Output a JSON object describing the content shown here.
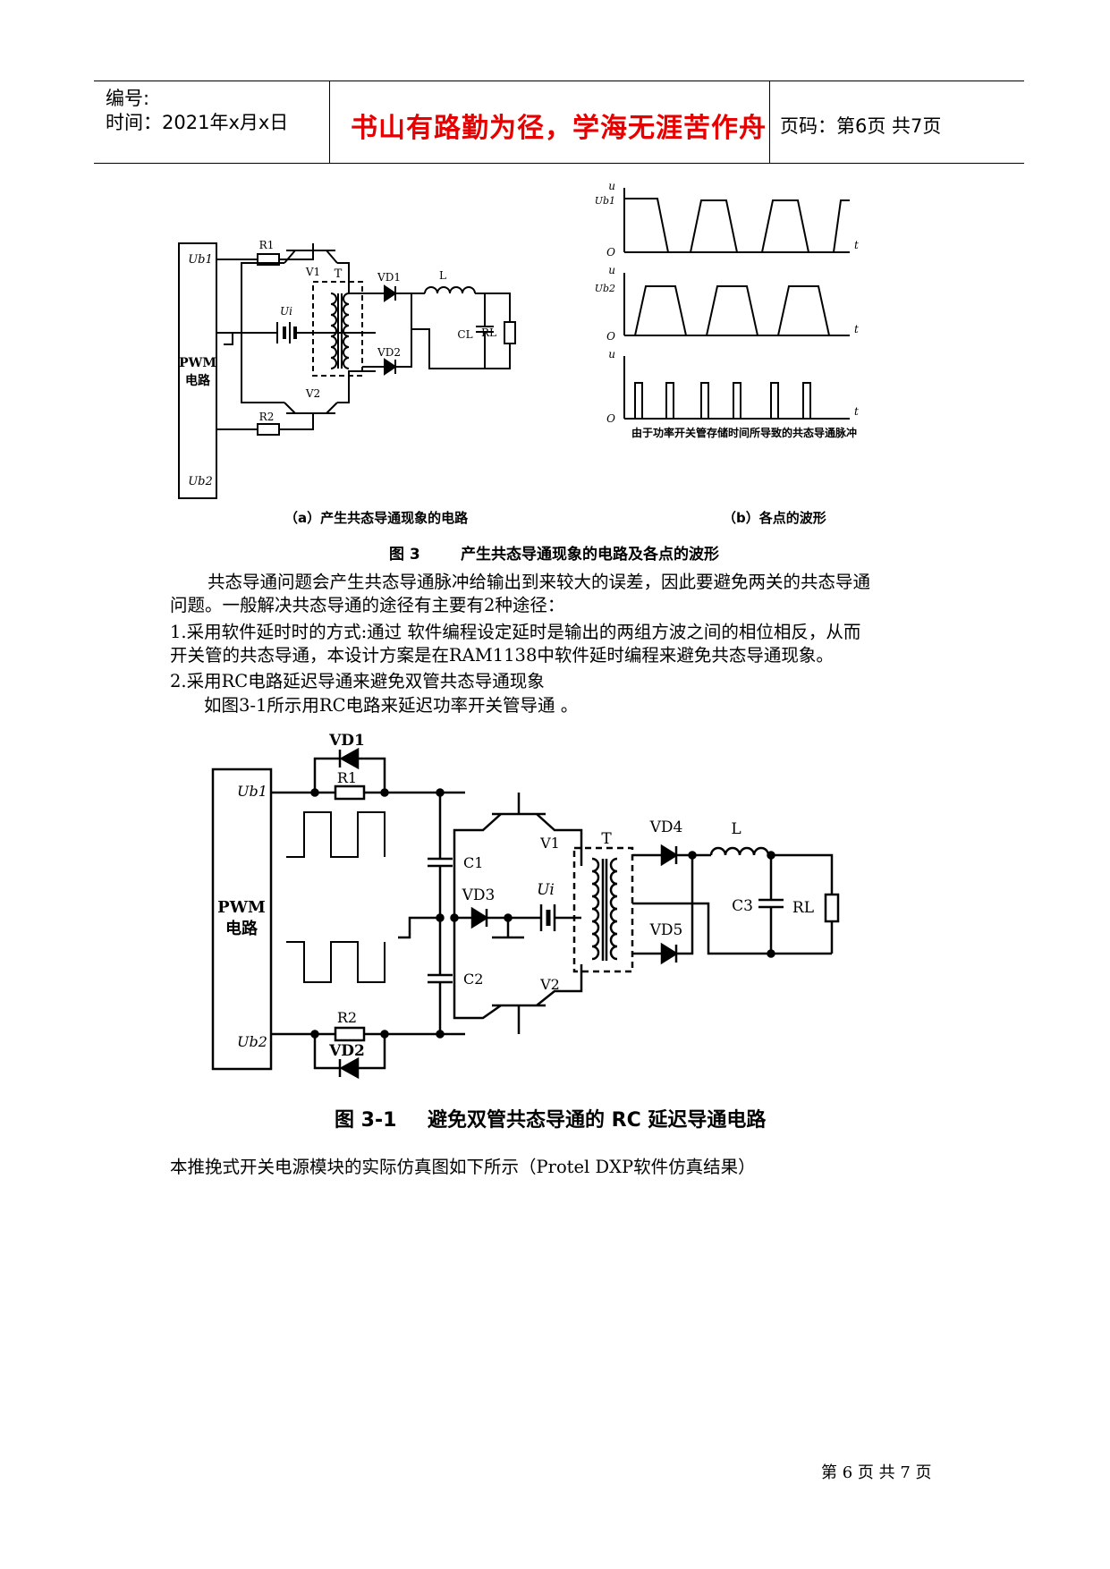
{
  "header": {
    "number_label": "编号:",
    "time_label": "时间：2021年x月x日",
    "motto": "书山有路勤为径，学海无涯苦作舟",
    "page_label": "页码：第6页 共7页"
  },
  "figure3": {
    "labels": {
      "ub1": "Ub1",
      "ub2": "Ub2",
      "r1": "R1",
      "r2": "R2",
      "v1": "V1",
      "v2": "V2",
      "pwm": "PWM",
      "pwm2": "电路",
      "ui": "Ui",
      "t": "T",
      "vd1": "VD1",
      "vd2": "VD2",
      "l": "L",
      "cl": "CL",
      "rl": "RL"
    },
    "wave_labels": {
      "u": "u",
      "o": "O",
      "t": "t",
      "ub1": "Ub1",
      "ub2": "Ub2",
      "pulse_note": "由于功率开关管存储时间所导致的共态导通脉冲"
    },
    "sub_a": "（a）产生共态导通现象的电路",
    "sub_b": "（b）各点的波形",
    "caption_num": "图 3",
    "caption_text": "产生共态导通现象的电路及各点的波形"
  },
  "paragraphs": [
    "共态导通问题会产生共态导通脉冲给输出到来较大的误差，因此要避免两关的共态导通",
    "问题。一般解决共态导通的途径有主要有2种途径：",
    "1.采用软件延时时的方式:通过 软件编程设定延时是输出的两组方波之间的相位相反，从而",
    "开关管的共态导通，本设计方案是在RAM1138中软件延时编程来避免共态导通现象。",
    "2.采用RC电路延迟导通来避免双管共态导通现象",
    "如图3-1所示用RC电路来延迟功率开关管导通 。"
  ],
  "figure31": {
    "labels": {
      "vd1": "VD1",
      "r1": "R1",
      "ub1": "Ub1",
      "ub2": "Ub2",
      "r2": "R2",
      "vd2": "VD2",
      "pwm": "PWM",
      "pwm2": "电路",
      "c1": "C1",
      "c2": "C2",
      "v1": "V1",
      "v2": "V2",
      "vd3": "VD3",
      "ui": "Ui",
      "t": "T",
      "vd4": "VD4",
      "vd5": "VD5",
      "l": "L",
      "c3": "C3",
      "rl": "RL"
    },
    "caption_num": "图 3-1",
    "caption_text": "避免双管共态导通的 RC 延迟导通电路"
  },
  "closing": "本推挽式开关电源模块的实际仿真图如下所示（Protel DXP软件仿真结果）",
  "footer": "第 6 页 共 7 页"
}
